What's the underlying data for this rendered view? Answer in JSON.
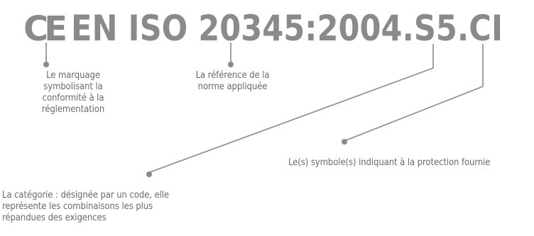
{
  "heading": {
    "ce_mark": "CE",
    "norm": "EN ISO 20345:2004.S5.CI",
    "color": "#8a8a8a"
  },
  "labels": {
    "ce_mark": "Le marquage\nsymbolisant la\nconformité à la\nréglementation",
    "norm_reference": "La référence de la\nnorme appliquée",
    "protection_symbols": "Le(s) symbole(s)  indiquant à la protection fournie",
    "category": "La catégorie : désignée par un code, elle\nreprésente les combinaisons les plus\nrépandues des exigences"
  },
  "colors": {
    "text": "#8a8a8a",
    "label_text": "#6b6b6b",
    "callout": "#8a8a8a"
  }
}
